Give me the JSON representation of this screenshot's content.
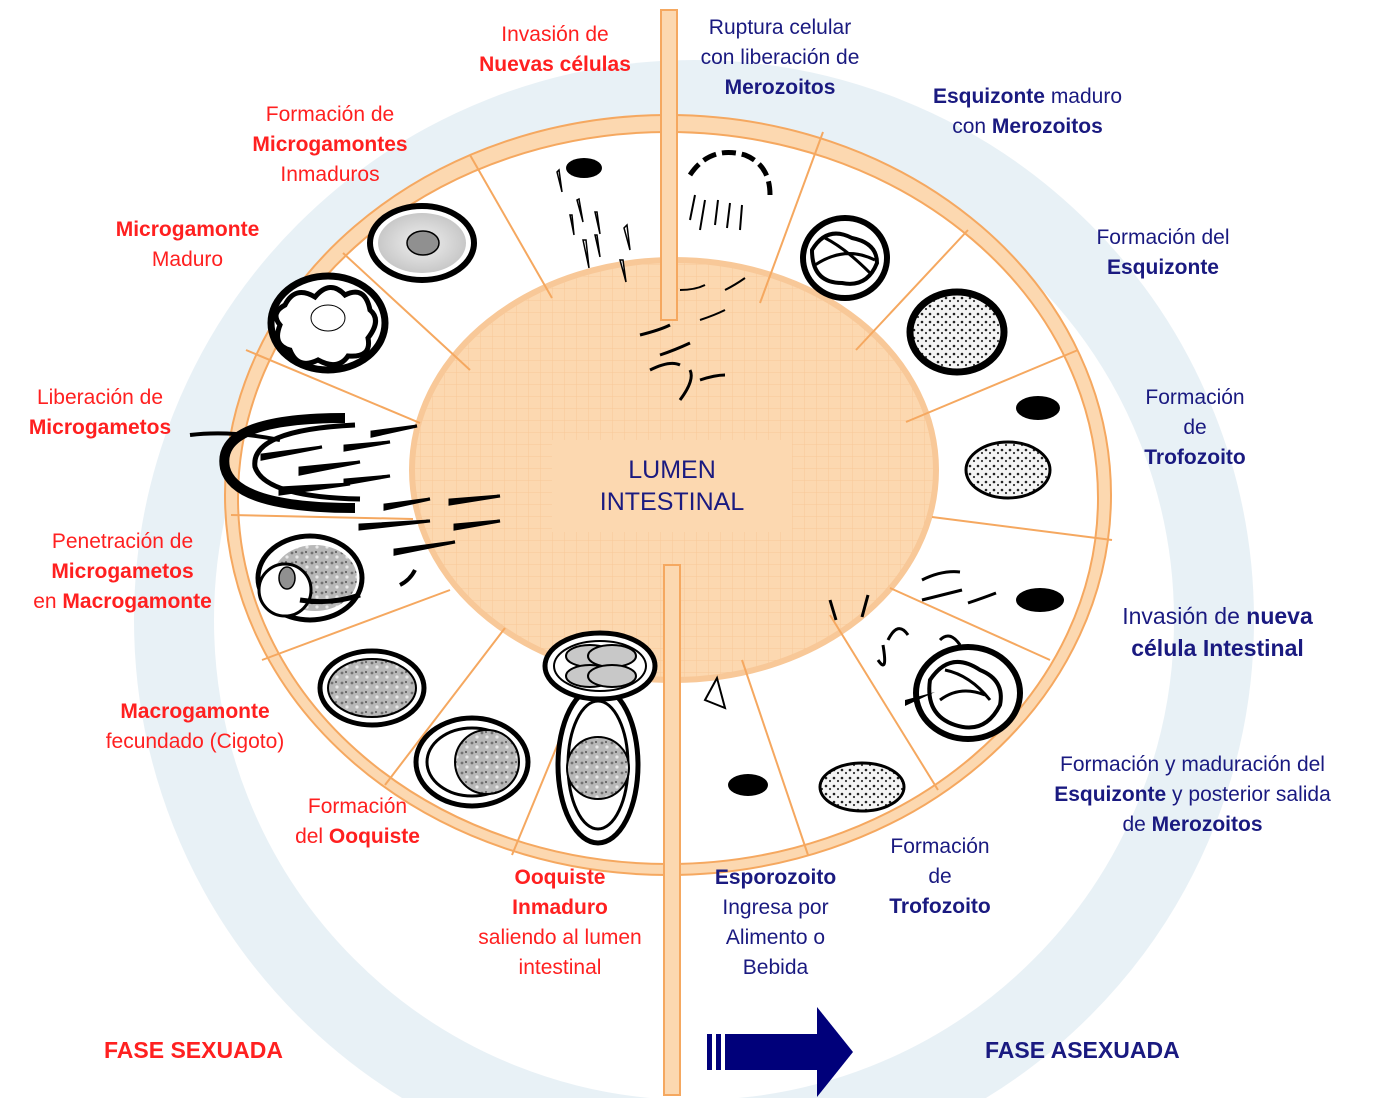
{
  "center": {
    "line1": "LUMEN",
    "line2": "INTESTINAL"
  },
  "labels": {
    "invasion_nuevas": {
      "l1": "Invasión de",
      "l2": "Nuevas células"
    },
    "ruptura": {
      "l1": "Ruptura celular",
      "l2": "con liberación de",
      "l3": "Merozoitos"
    },
    "esquizonte_maduro": {
      "l1a": "Esquizonte",
      "l1b": " maduro",
      "l2a": "con ",
      "l2b": "Merozoitos"
    },
    "formacion_esquizonte": {
      "l1": "Formación del",
      "l2": "Esquizonte"
    },
    "formacion_trofozoito_1": {
      "l1": "Formación",
      "l2": "de",
      "l3": "Trofozoito"
    },
    "invasion_intestinal": {
      "l1a": "Invasión de  ",
      "l1b": "nueva",
      "l2": "célula Intestinal"
    },
    "formacion_maduracion": {
      "l1": "Formación y maduración del",
      "l2a": "Esquizonte",
      "l2b": " y posterior salida",
      "l3a": "de ",
      "l3b": "Merozoitos"
    },
    "formacion_trofozoito_2": {
      "l1": "Formación",
      "l2": "de",
      "l3": "Trofozoito"
    },
    "esporozoito": {
      "l1": "Esporozoito",
      "l2": "Ingresa por",
      "l3": "Alimento o",
      "l4": "Bebida"
    },
    "ooquiste_inmaduro": {
      "l1": "Ooquiste",
      "l2": "Inmaduro",
      "l3": "saliendo al lumen",
      "l4": "intestinal"
    },
    "formacion_ooquiste": {
      "l1": "Formación",
      "l2a": "del ",
      "l2b": "Ooquiste"
    },
    "macrogamonte": {
      "l1": "Macrogamonte",
      "l2": "fecundado (Cigoto)"
    },
    "penetracion": {
      "l1": "Penetración de",
      "l2": "Microgametos",
      "l3a": "en ",
      "l3b": "Macrogamonte"
    },
    "liberacion": {
      "l1": "Liberación de",
      "l2": "Microgametos"
    },
    "microgamonte_maduro": {
      "l1": "Microgamonte",
      "l2": "Maduro"
    },
    "formacion_microgamontes": {
      "l1": "Formación  de",
      "l2": "Microgamontes",
      "l3": "Inmaduros"
    }
  },
  "phases": {
    "sexual": "FASE SEXUADA",
    "asexual": "FASE ASEXUADA"
  },
  "colors": {
    "sexual": "#ff2020",
    "asexual": "#1a1a80",
    "ring": "#fcd8b0",
    "ring_stroke": "#f5a860",
    "divider": "#f5a860",
    "arrow": "#00007a"
  }
}
